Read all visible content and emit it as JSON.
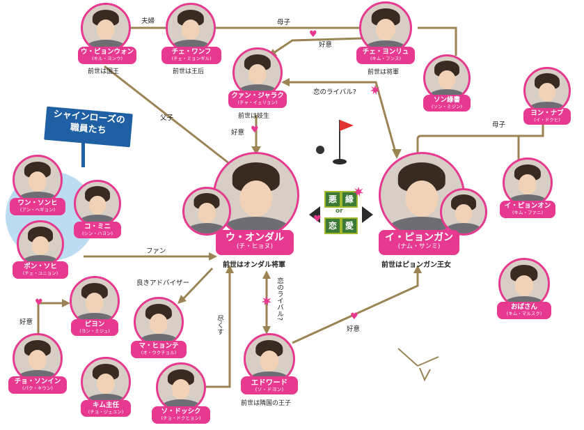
{
  "colors": {
    "accent": "#e6398f",
    "line": "#9b8354",
    "sign": "#1f5fa3"
  },
  "sign": {
    "line1": "シャインローズの",
    "line2": "職員たち"
  },
  "center_banner": {
    "chars": [
      "悪",
      "縁",
      "or",
      "恋",
      "愛"
    ]
  },
  "characters": {
    "ulyeon": {
      "name": "ウ・ピョンウォン",
      "actor": "(キル・ヨンウ)",
      "note": "前世は国王"
    },
    "choi_wanpu": {
      "name": "チェ・ワンフ",
      "actor": "(チェ・ミョンギル)",
      "note": "前世は王后"
    },
    "choi_yonryu": {
      "name": "チェ・ヨンリュ",
      "actor": "(キム・フンス)",
      "note": "前世は将軍"
    },
    "son_suisho": {
      "name": "ソン綠書",
      "actor": "(ソン・ミジン)"
    },
    "yon_nabu": {
      "name": "ヨン・ナブ",
      "actor": "(イ・ドクヒ)"
    },
    "kwan_jarak": {
      "name": "クァン・ジャラク",
      "actor": "(チャ・イェリョン)",
      "note": "前世は妓生"
    },
    "u_ondal": {
      "name": "ウ・オンダル",
      "actor": "(チ・ヒョヌ)",
      "note": "前世はオンダル将軍"
    },
    "i_pyongan": {
      "name": "イ・ピョンガン",
      "actor": "(ナム・サンミ)",
      "note": "前世はピョンガン王女"
    },
    "i_pyongon": {
      "name": "イ・ピョンオン",
      "actor": "(キム・ファニ)"
    },
    "wan_sonhi": {
      "name": "ワン・ソンヒ",
      "actor": "(アン・ヘギョン)"
    },
    "ko_mini": {
      "name": "コ・ミニ",
      "actor": "(シン・ハヨン)"
    },
    "pon_sohi": {
      "name": "ポン・ソヒ",
      "actor": "(チェ・ユニョン)"
    },
    "piyon": {
      "name": "ピヨン",
      "actor": "(ヨン・ミジュ)"
    },
    "ma_hyonte": {
      "name": "マ・ヒョンテ",
      "actor": "(オ・ウクチョル)"
    },
    "cho_sonin": {
      "name": "チョ・ソンイン",
      "actor": "(パク・キウン)"
    },
    "kim_shunin": {
      "name": "キム主任",
      "actor": "(チョ・ジェユン)"
    },
    "so_dosik": {
      "name": "ソ・ドッシク",
      "actor": "(チョ・ドクヒョン)"
    },
    "edward": {
      "name": "エドワード",
      "actor": "(ソ・ドヨン)",
      "note": "前世は隣国の王子"
    },
    "obasan": {
      "name": "おばさん",
      "actor": "(キム・マルスク)"
    }
  },
  "relations": {
    "fuufu": "夫婦",
    "boshi_top": "母子",
    "koui_top": "好意",
    "rival_top": "恋のライバル?",
    "fushi": "父子",
    "koui_kwan": "好意",
    "boshi_right": "母子",
    "fan": "ファン",
    "advisor": "良きアドバイザー",
    "tsukusu": "尽くす",
    "rival_mid": "恋のライバル?",
    "koui_edward": "好意",
    "koui_left": "好意"
  }
}
